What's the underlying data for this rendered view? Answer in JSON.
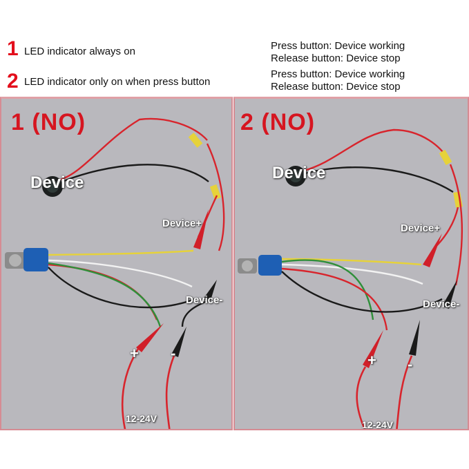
{
  "legend": {
    "item1": {
      "number": "1",
      "text": "LED indicator always on"
    },
    "item2": {
      "number": "2",
      "text": "LED indicator only on when press button"
    }
  },
  "behavior": {
    "line1": "Press button: Device working",
    "line2": "Release button: Device stop",
    "line3": "Press button: Device working",
    "line4": "Release button: Device stop"
  },
  "panels": {
    "left": {
      "number": "1",
      "mode": "(NO)",
      "device_label": "Device",
      "device_plus": "Device+",
      "device_minus": "Device-",
      "plus": "+",
      "minus": "-",
      "voltage": "12-24V"
    },
    "right": {
      "number": "2",
      "mode": "(NO)",
      "device_label": "Device",
      "device_plus": "Device+",
      "device_minus": "Device-",
      "plus": "+",
      "minus": "-",
      "voltage": "12-24V"
    }
  },
  "colors": {
    "accent_red": "#e30f1c",
    "panel_bg": "#b9b8bd",
    "wire_red": "#d8242c",
    "wire_black": "#1a1a1a",
    "wire_yellow": "#e6d23a",
    "wire_green": "#2f8f3a",
    "wire_white": "#f2f2f2",
    "connector_blue": "#1e5fb4"
  }
}
